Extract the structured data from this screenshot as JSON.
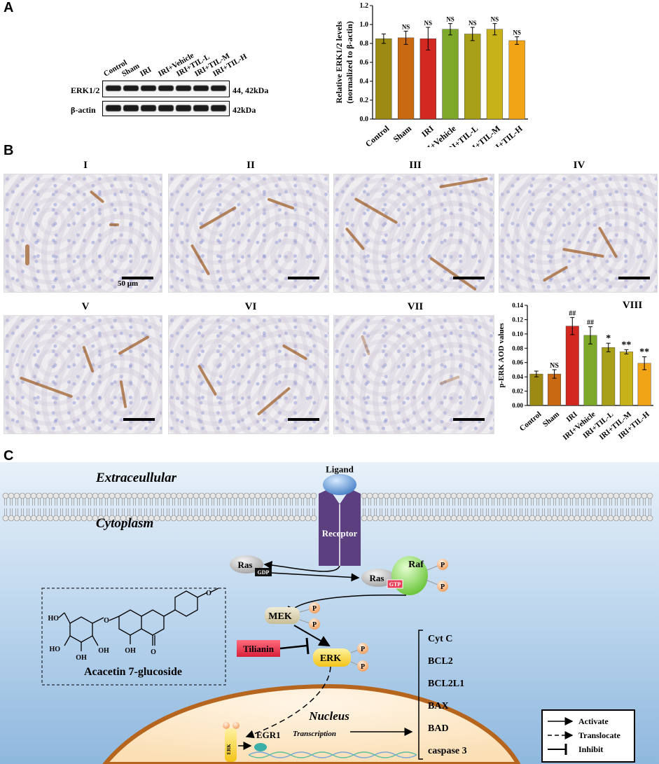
{
  "panels": {
    "a": "A",
    "b": "B",
    "c": "C"
  },
  "blot": {
    "lanes": [
      "Control",
      "Sham",
      "IRI",
      "IRI+Vehicle",
      "IRI+TIL-L",
      "IRI+TIL-M",
      "IRI+TIL-H"
    ],
    "rows": [
      {
        "name": "ERK1/2",
        "size": "44, 42kDa"
      },
      {
        "name": "β-actin",
        "size": "42kDa"
      }
    ]
  },
  "chart_data": [
    {
      "type": "bar",
      "categories": [
        "Control",
        "Sham",
        "IRI",
        "IRI+Vehicle",
        "IRI+TIL-L",
        "IRI+TIL-M",
        "IRI+TIL-H"
      ],
      "values": [
        0.85,
        0.86,
        0.85,
        0.95,
        0.9,
        0.95,
        0.83
      ],
      "errors": [
        0.05,
        0.07,
        0.12,
        0.06,
        0.07,
        0.06,
        0.04
      ],
      "annotations": [
        "",
        "NS",
        "NS",
        "NS",
        "NS",
        "NS",
        "NS"
      ],
      "ylabel": "Relative ERK1/2 levels (normalized to β-actin)",
      "ylim": [
        0,
        1.2
      ],
      "yticks": [
        "0.0",
        "0.2",
        "0.4",
        "0.6",
        "0.8",
        "1.0",
        "1.2"
      ],
      "colors": [
        "#9c8a12",
        "#c96a12",
        "#d2281f",
        "#7da82a",
        "#a8a018",
        "#c7b21a",
        "#f2a417"
      ]
    },
    {
      "type": "bar",
      "title": "VIII",
      "categories": [
        "Control",
        "Sham",
        "IRI",
        "IRI+Vehicle",
        "IRI+TIL-L",
        "IRI+TIL-M",
        "IRI+TIL-H"
      ],
      "values": [
        0.044,
        0.044,
        0.111,
        0.098,
        0.081,
        0.075,
        0.059
      ],
      "errors": [
        0.004,
        0.006,
        0.012,
        0.012,
        0.006,
        0.003,
        0.009
      ],
      "annotations": [
        "",
        "NS",
        "##",
        "##",
        "*",
        "**",
        "**"
      ],
      "ylabel": "p-ERK AOD values",
      "ylim": [
        0,
        0.14
      ],
      "yticks": [
        "0.00",
        "0.02",
        "0.04",
        "0.06",
        "0.08",
        "0.10",
        "0.12",
        "0.14"
      ],
      "colors": [
        "#9c8a12",
        "#c96a12",
        "#d2281f",
        "#7da82a",
        "#a8a018",
        "#c7b21a",
        "#f2a417"
      ]
    }
  ],
  "micrographs": {
    "labels": [
      "I",
      "II",
      "III",
      "IV",
      "V",
      "VI",
      "VII"
    ],
    "scale": "50 μm"
  },
  "pathway": {
    "extracellular": "Extraceullular",
    "cytoplasm": "Cytoplasm",
    "nucleus": "Nucleus",
    "ligand": "Ligand",
    "receptor": "Receptor",
    "ras": "Ras",
    "gdp": "GDP",
    "gtp": "GTP",
    "raf": "Raf",
    "mek": "MEK",
    "erk": "ERK",
    "p": "P",
    "tilianin": "Tilianin",
    "egr1": "EGR1",
    "transcription": "Transcription",
    "compound": "Acacetin 7-glucoside",
    "targets": [
      "Cyt C",
      "BCL2",
      "BCL2L1",
      "BAX",
      "BAD",
      "caspase 3"
    ],
    "legend": [
      {
        "symbol": "arrow",
        "label": "Activate"
      },
      {
        "symbol": "dashed-arrow",
        "label": "Translocate"
      },
      {
        "symbol": "inhibit",
        "label": "Inhibit"
      }
    ],
    "chem": {
      "ho": "HO",
      "oh": "OH",
      "o": "O"
    }
  }
}
